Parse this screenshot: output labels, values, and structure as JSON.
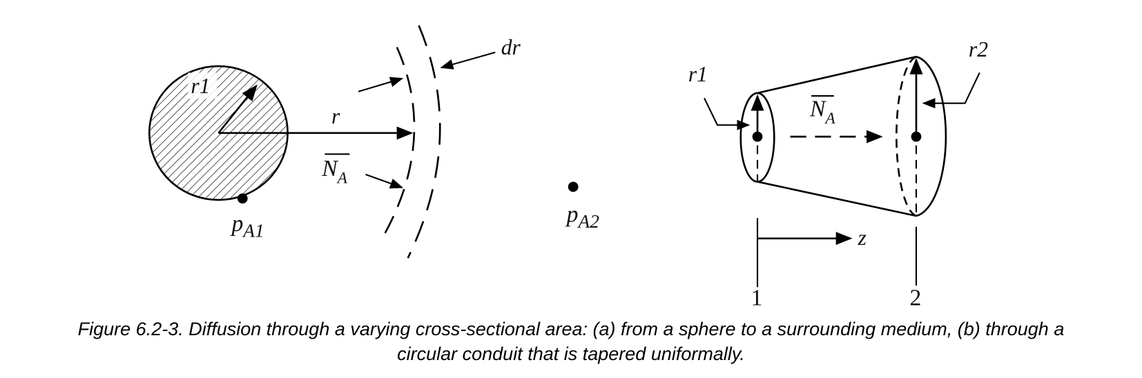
{
  "figure_a": {
    "radius_label": "r1",
    "r_label": "r",
    "dr_label": "dr",
    "flux_label": "N",
    "flux_sub": "A",
    "p1_label": "p",
    "p1_sub": "A1",
    "p2_label": "p",
    "p2_sub": "A2"
  },
  "figure_b": {
    "r1_label": "r1",
    "r2_label": "r2",
    "flux_label": "N",
    "flux_sub": "A",
    "z_label": "z",
    "station_1": "1",
    "station_2": "2"
  },
  "caption": {
    "line1": "Figure 6.2-3. Diffusion through a varying cross-sectional area: (a) from a sphere to a surrounding medium, (b) through a",
    "line2": "circular conduit that is tapered uniformally."
  }
}
